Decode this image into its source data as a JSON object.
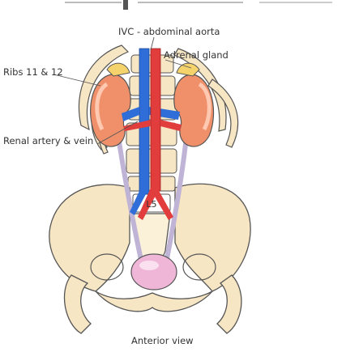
{
  "labels": {
    "title": "IVC - abdominal aorta",
    "ribs": "Ribs 11 & 12",
    "adrenal": "Adrenal gland",
    "renal": "Renal artery & vein",
    "vertebra": "L5",
    "view": "Anterior view"
  },
  "colors": {
    "kidney": "#f0906a",
    "kidney_light": "#ffc8b0",
    "bone": "#f7e6c4",
    "bone_outline": "#555555",
    "artery": "#e23d3d",
    "vein": "#2f6ed8",
    "adrenal": "#f5d36c",
    "bladder": "#f0b6d8",
    "ureter": "#d9cfe6",
    "leader": "#555555"
  }
}
